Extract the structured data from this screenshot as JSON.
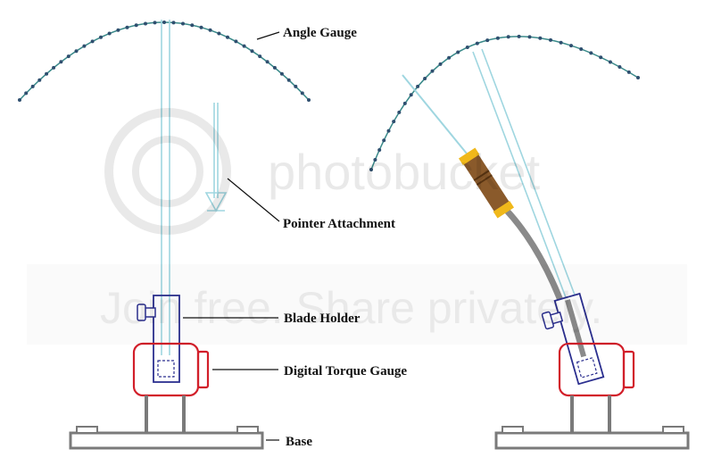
{
  "labels": {
    "angle_gauge": "Angle Gauge",
    "pointer_attachment": "Pointer Attachment",
    "blade_holder": "Blade Holder",
    "digital_torque_gauge": "Digital Torque Gauge",
    "base": "Base"
  },
  "watermark": {
    "brand": "photobucket",
    "tagline": "Join free. Share privately."
  },
  "colors": {
    "gauge_arc": "#3a8a8a",
    "gauge_dot": "#2f4f6f",
    "pointer": "#9fd6e0",
    "blade_holder": "#2b2f8f",
    "torque_gauge": "#d21f2a",
    "base": "#7a7a7a",
    "knife_handle": "#8a5a2b",
    "knife_bolster": "#f0b81a",
    "knife_blade": "#8a8a8a"
  }
}
